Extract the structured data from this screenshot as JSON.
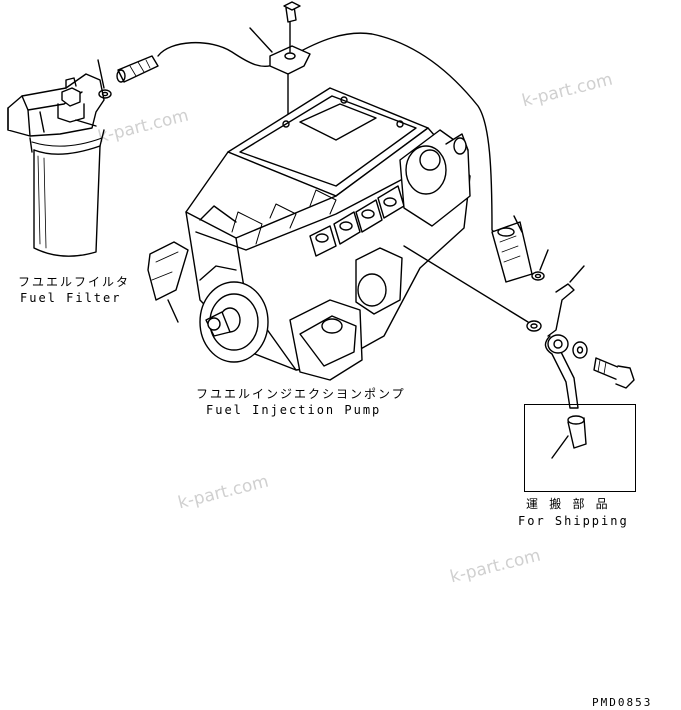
{
  "labels": {
    "fuel_filter_jp": "フユエルフイルタ",
    "fuel_filter_en": "Fuel Filter",
    "injection_pump_jp": "フユエルインジエクシヨンポンプ",
    "injection_pump_en": "Fuel Injection Pump",
    "shipping_jp": "運 搬 部 品",
    "shipping_en": "For Shipping",
    "drawing_code": "PMD0853"
  },
  "watermarks": [
    "k-part.com",
    "k-part.com",
    "k-part.com",
    "k-part.com"
  ],
  "colors": {
    "line": "#000000",
    "watermark": "#d0d0d0",
    "background": "#ffffff"
  }
}
